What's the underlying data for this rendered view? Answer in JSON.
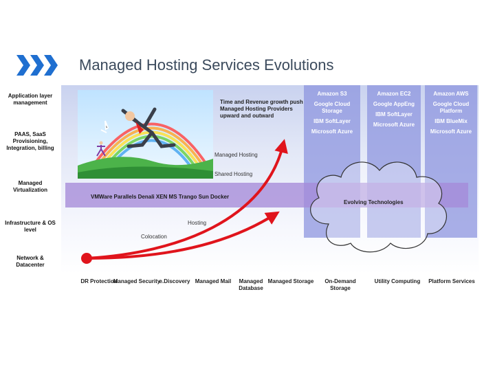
{
  "title": "Managed Hosting Services Evolutions",
  "side_labels": [
    "Application layer management",
    "PAAS, SaaS Provisioning, Integration, billing",
    "Managed Virtualization",
    "Infrastructure & OS level",
    "Network & Datacenter"
  ],
  "columns": [
    {
      "items": [
        "Amazon S3",
        "Google Cloud Storage",
        "IBM SoftLayer",
        "Microsoft Azure"
      ]
    },
    {
      "items": [
        "Amazon EC2",
        "Google AppEng",
        "IBM SoftLayer",
        "Microsoft Azure"
      ]
    },
    {
      "items": [
        "Amazon AWS",
        "Google Cloud Platform",
        "IBM BlueMix",
        "Microsoft Azure"
      ]
    }
  ],
  "virtualization_band": "VMWare Parallels Denali XEN MS Trango Sun Docker",
  "cloud_label": "Evolving Technologies",
  "growth_note": "Time and Revenue growth push Managed Hosting Providers upward and outward",
  "curve_labels": {
    "managed_hosting": "Managed Hosting",
    "shared_hosting": "Shared Hosting",
    "hosting": "Hosting",
    "colocation": "Colocation"
  },
  "bottom_labels": [
    "DR Protection",
    "Managed Security",
    "e.Discovery",
    "Managed Mail",
    "Managed Database",
    "Managed Storage",
    "On-Demand Storage",
    "Utility Computing",
    "Platform Services"
  ],
  "colors": {
    "title": "#3b4a5c",
    "chevron": "#1f6fd0",
    "arrow": "#e0141c",
    "column_band": "#8e95df",
    "virtualization_band": "#a58ad8"
  }
}
